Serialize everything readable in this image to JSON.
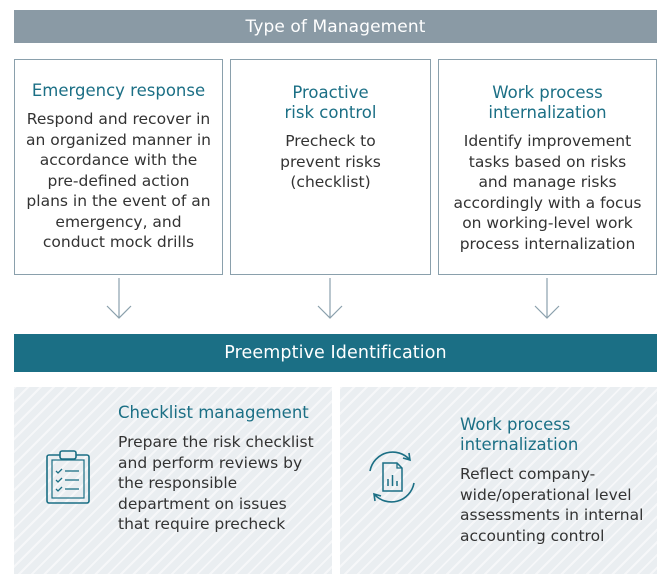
{
  "header": {
    "title": "Type of Management"
  },
  "cards": [
    {
      "title": "Emergency response",
      "body": "Respond and recover in an organized manner in accordance with the pre-defined action plans in the event of an emergency, and conduct mock drills"
    },
    {
      "title": "Proactive risk control",
      "body": "Precheck to prevent risks (checklist)"
    },
    {
      "title": "Work process internalization",
      "body": "Identify improvement tasks based on risks and manage risks accordingly with a focus on working-level work process internalization"
    }
  ],
  "band": {
    "title": "Preemptive Identification"
  },
  "panels": [
    {
      "title": "Checklist management",
      "body": "Prepare the risk checklist and perform reviews by the responsible department on issues that require precheck",
      "icon": "clipboard-checklist-icon"
    },
    {
      "title": "Work process internalization",
      "body": "Reflect company-wide/operational level assessments in internal accounting control",
      "icon": "document-cycle-icon"
    }
  ],
  "colors": {
    "header_bar": "#8a9aa5",
    "accent": "#1b6f85",
    "panel_bg": "#eaeef1",
    "border": "#8aa0ac"
  }
}
